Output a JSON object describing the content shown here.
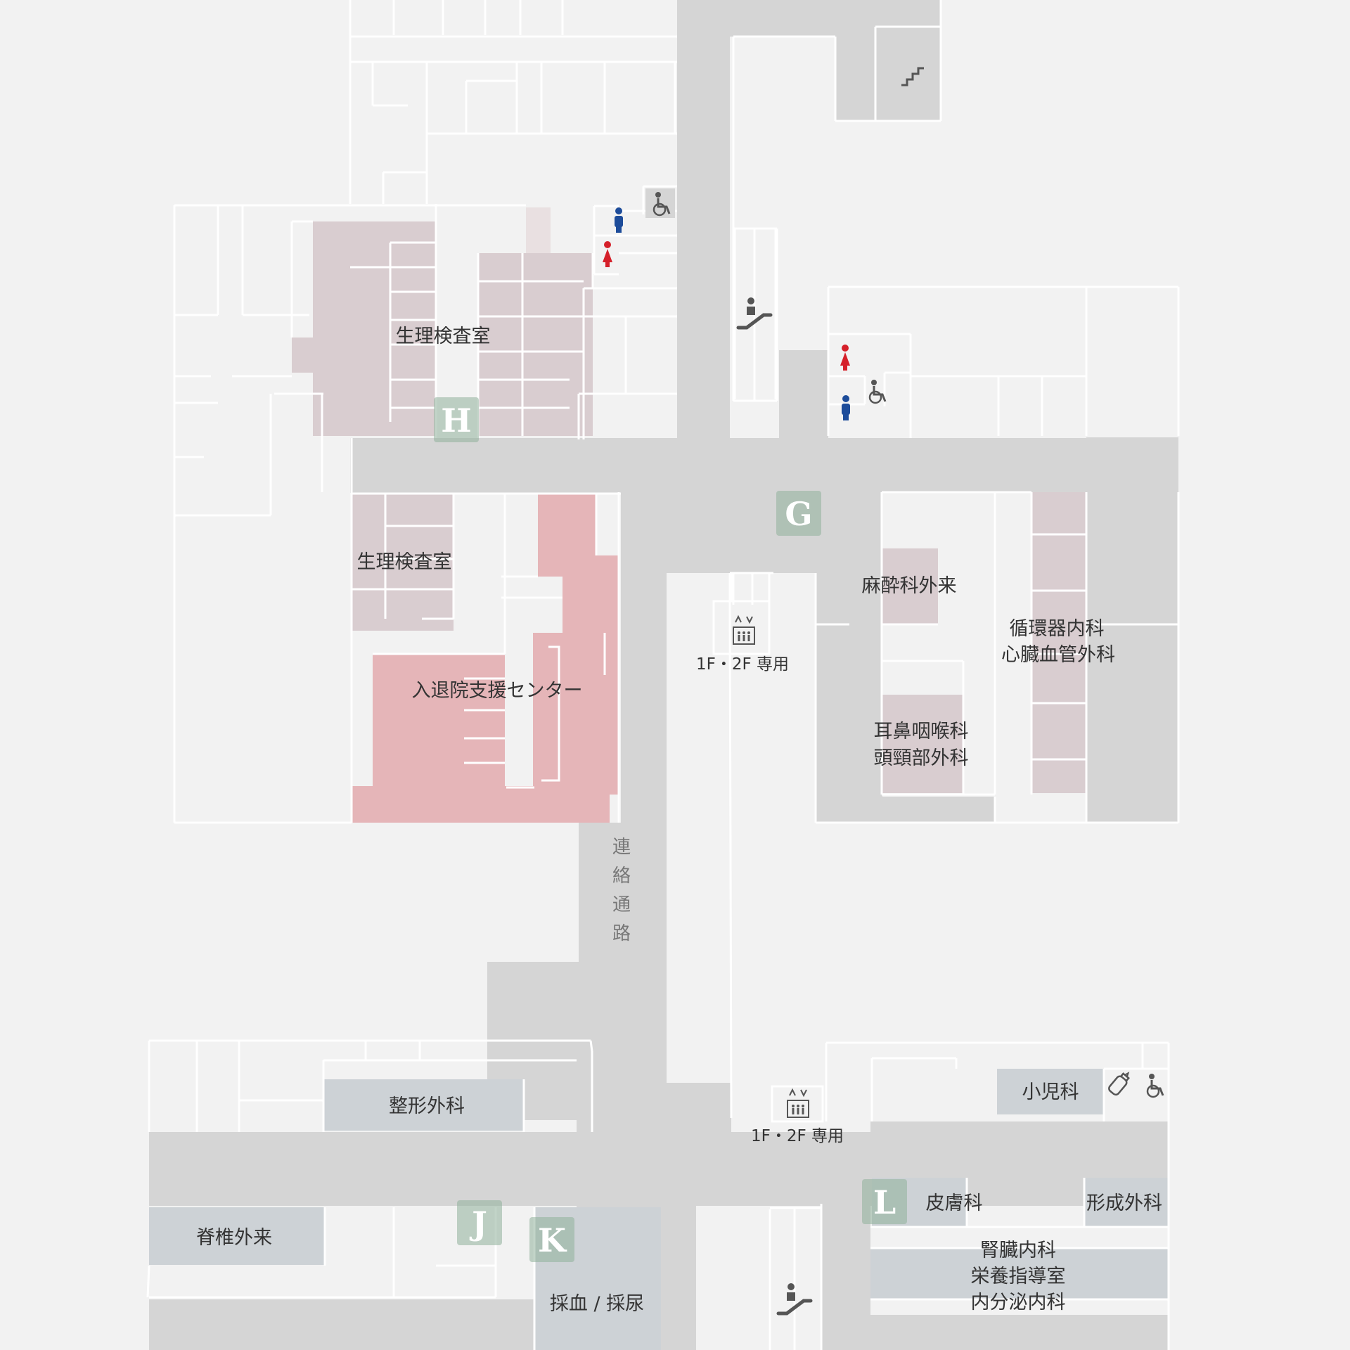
{
  "colors": {
    "background": "#f2f2f2",
    "corridor": "#d5d5d5",
    "room_mauve": "#d9cdd0",
    "room_pink": "#e5b5b8",
    "room_gray": "#cdd2d6",
    "marker_green": "#8fb19a",
    "male_icon": "#1d4c9a",
    "female_icon": "#d5202a",
    "utility_icon": "#555555"
  },
  "rooms": {
    "seiri_upper": "生理検査室",
    "seiri_lower": "生理検査室",
    "nyutaiin": "入退院支援センター",
    "masui": "麻酔科外来",
    "junkanki_1": "循環器内科",
    "junkanki_2": "心臓血管外科",
    "jibi_1": "耳鼻咽喉科",
    "jibi_2": "頭頸部外科",
    "seikei": "整形外科",
    "sekitsui": "脊椎外来",
    "saiketsu": "採血 / 採尿",
    "shoni": "小児科",
    "hifu": "皮膚科",
    "keisei": "形成外科",
    "jinzo_1": "腎臓内科",
    "jinzo_2": "栄養指導室",
    "jinzo_3": "内分泌内科"
  },
  "corridor_label": [
    "連",
    "絡",
    "通",
    "路"
  ],
  "elevators": [
    {
      "label": "1F・2F 専用",
      "icon": "elevator-icon"
    },
    {
      "label": "1F・2F 専用",
      "icon": "elevator-icon"
    }
  ],
  "markers": [
    "H",
    "G",
    "J",
    "K",
    "L"
  ],
  "icons": [
    "stairs-icon",
    "escalator-icon",
    "wheelchair-icon",
    "male-restroom-icon",
    "female-restroom-icon",
    "nursing-bottle-icon"
  ]
}
